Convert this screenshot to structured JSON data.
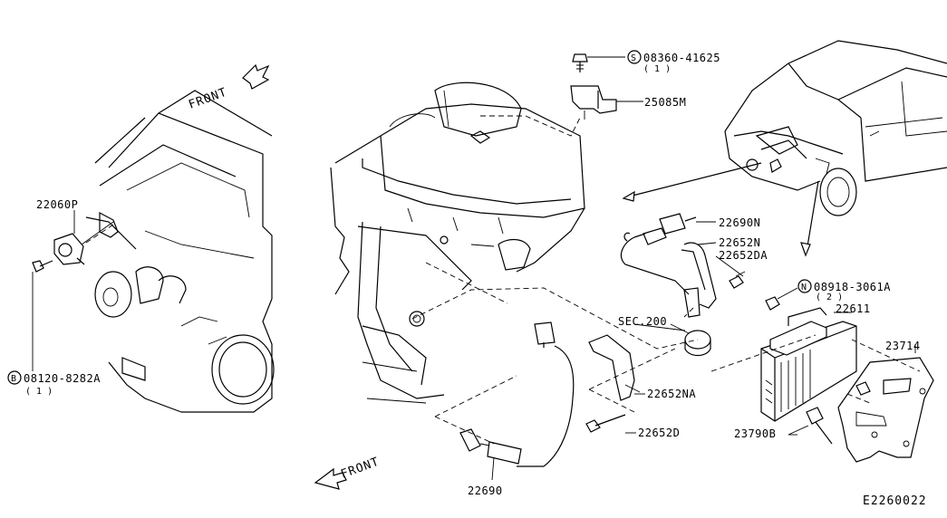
{
  "diagram": {
    "front_label_top": "FRONT",
    "front_label_bottom": "FRONT",
    "callouts": {
      "p22060P": "22060P",
      "p08120_circle": "B",
      "p08120": "08120-8282A",
      "p08120_qty": "( 1 )",
      "p08360_circle": "S",
      "p08360": "08360-41625",
      "p08360_qty": "( 1 )",
      "p25085M": "25085M",
      "p22690N": "22690N",
      "p22652N": "22652N",
      "p22652DA": "22652DA",
      "p08918_circle": "N",
      "p08918": "08918-3061A",
      "p08918_qty": "( 2 )",
      "pSEC200": "SEC.200",
      "p22611": "22611",
      "p23714": "23714",
      "p22652NA": "22652NA",
      "p22652D": "22652D",
      "p23790B": "23790B",
      "p22690": "22690"
    },
    "diagram_id": "E2260022"
  }
}
